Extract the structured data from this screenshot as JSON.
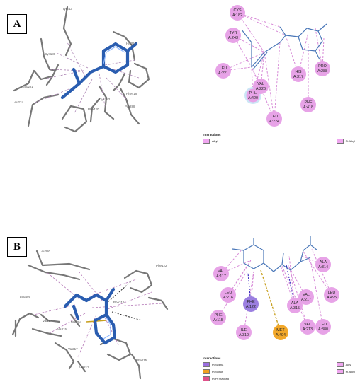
{
  "panels": [
    {
      "label": "A",
      "structure_labels": [
        "Tyr243",
        "Cys186",
        "Leu221",
        "Leu224",
        "His317",
        "Cys182",
        "Phe418",
        "Pro288",
        "Phe420"
      ],
      "residues": [
        {
          "name": "CYS",
          "id": "A:182"
        },
        {
          "name": "TYR",
          "id": "A:243"
        },
        {
          "name": "LEU",
          "id": "A:221"
        },
        {
          "name": "PHE",
          "id": "A:420"
        },
        {
          "name": "VAL",
          "id": "A:226"
        },
        {
          "name": "LEU",
          "id": "A:224"
        },
        {
          "name": "HIS",
          "id": "A:317"
        },
        {
          "name": "PHE",
          "id": "A:418"
        },
        {
          "name": "PRO",
          "id": "A:288"
        }
      ],
      "legend_title": "Interactions",
      "legend_items": [
        {
          "label": "Alkyl",
          "color": "#f0a6f0"
        },
        {
          "label": "Pi-Alkyl",
          "color": "#f0a6f0"
        }
      ]
    },
    {
      "label": "B",
      "structure_labels": [
        "Leu380",
        "Phe122",
        "Leu495",
        "Val117",
        "Ala315",
        "Phe115",
        "Met494",
        "Val217",
        "Val213",
        "Phe316"
      ],
      "residues": [
        {
          "name": "VAL",
          "id": "A:117"
        },
        {
          "name": "LEU",
          "id": "A:216"
        },
        {
          "name": "PHE",
          "id": "A:115"
        },
        {
          "name": "ILE",
          "id": "A:310"
        },
        {
          "name": "PHE",
          "id": "A:122"
        },
        {
          "name": "MET",
          "id": "A:494"
        },
        {
          "name": "ALA",
          "id": "A:315"
        },
        {
          "name": "VAL",
          "id": "A:217"
        },
        {
          "name": "VAL",
          "id": "A:213"
        },
        {
          "name": "ALA",
          "id": "A:314"
        },
        {
          "name": "LEU",
          "id": "A:495"
        },
        {
          "name": "LEU",
          "id": "A:380"
        }
      ],
      "legend_title": "Interactions",
      "legend_items": [
        {
          "label": "Pi-Sigma",
          "color": "#9b6fe0"
        },
        {
          "label": "Pi-Sulfur",
          "color": "#f0a020"
        },
        {
          "label": "Pi-Pi Stacked",
          "color": "#e0508a"
        },
        {
          "label": "Alkyl",
          "color": "#f0a6f0"
        },
        {
          "label": "Pi-Alkyl",
          "color": "#f0a6f0"
        }
      ]
    }
  ]
}
